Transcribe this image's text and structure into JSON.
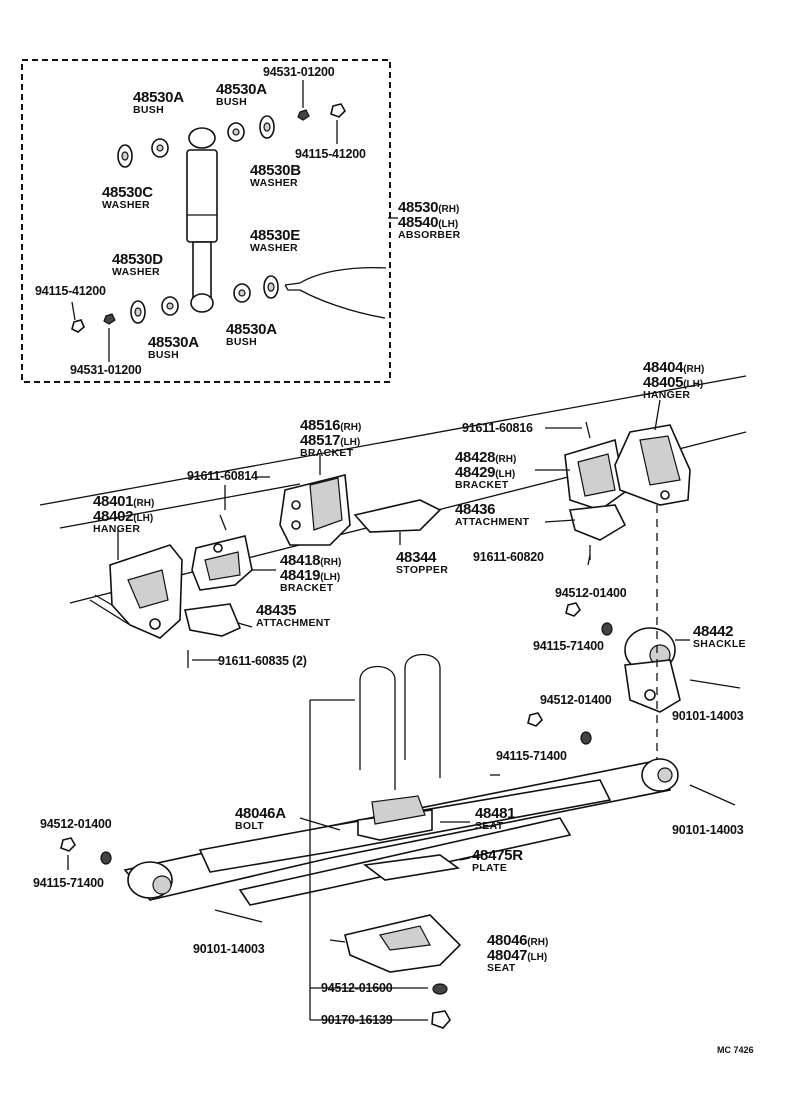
{
  "labels": {
    "bush_top_left": {
      "num": "48530A",
      "text": "BUSH"
    },
    "bush_top_right": {
      "num": "48530A",
      "text": "BUSH"
    },
    "nut_top": "94531-01200",
    "washer_top": "94115-41200",
    "washer_c": {
      "num": "48530C",
      "text": "WASHER"
    },
    "washer_b": {
      "num": "48530B",
      "text": "WASHER"
    },
    "absorber": {
      "num1": "48530",
      "sfx1": "(RH)",
      "num2": "48540",
      "sfx2": "(LH)",
      "text": "ABSORBER"
    },
    "washer_e": {
      "num": "48530E",
      "text": "WASHER"
    },
    "washer_d": {
      "num": "48530D",
      "text": "WASHER"
    },
    "washer_left": "94115-41200",
    "bush_bottom_left": {
      "num": "48530A",
      "text": "BUSH"
    },
    "bush_bottom_right": {
      "num": "48530A",
      "text": "BUSH"
    },
    "nut_bottom": "94531-01200",
    "hanger_rear": {
      "num1": "48404",
      "sfx1": "(RH)",
      "num2": "48405",
      "sfx2": "(LH)",
      "text": "HANGER"
    },
    "bolt_816": "91611-60816",
    "bracket_516": {
      "num1": "48516",
      "sfx1": "(RH)",
      "num2": "48517",
      "sfx2": "(LH)",
      "text": "BRACKET"
    },
    "bracket_428": {
      "num1": "48428",
      "sfx1": "(RH)",
      "num2": "48429",
      "sfx2": "(LH)",
      "text": "BRACKET"
    },
    "bolt_814": "91611-60814",
    "attachment_436": {
      "num": "48436",
      "text": "ATTACHMENT"
    },
    "hanger_front": {
      "num1": "48401",
      "sfx1": "(RH)",
      "num2": "48402",
      "sfx2": "(LH)",
      "text": "HANGER"
    },
    "bracket_418": {
      "num1": "48418",
      "sfx1": "(RH)",
      "num2": "48419",
      "sfx2": "(LH)",
      "text": "BRACKET"
    },
    "stopper": {
      "num": "48344",
      "text": "STOPPER"
    },
    "bolt_820": "91611-60820",
    "washer_1400_a": "94512-01400",
    "attachment_435": {
      "num": "48435",
      "text": "ATTACHMENT"
    },
    "nut_71400_a": "94115-71400",
    "shackle": {
      "num": "48442",
      "text": "SHACKLE"
    },
    "bolt_835": "91611-60835 (2)",
    "washer_1400_b": "94512-01400",
    "bolt_14003_a": "90101-14003",
    "nut_71400_b": "94115-71400",
    "bolt_46a": {
      "num": "48046A",
      "text": "BOLT"
    },
    "seat_481": {
      "num": "48481",
      "text": "SEAT"
    },
    "bolt_14003_b": "90101-14003",
    "washer_1400_c": "94512-01400",
    "plate": {
      "num": "48475R",
      "text": "PLATE"
    },
    "nut_71400_c": "94115-71400",
    "bolt_14003_c": "90101-14003",
    "seat_046": {
      "num1": "48046",
      "sfx1": "(RH)",
      "num2": "48047",
      "sfx2": "(LH)",
      "text": "SEAT"
    },
    "washer_1600": "94512-01600",
    "nut_16139": "90170-16139",
    "catalog_code": "MC  7426"
  }
}
